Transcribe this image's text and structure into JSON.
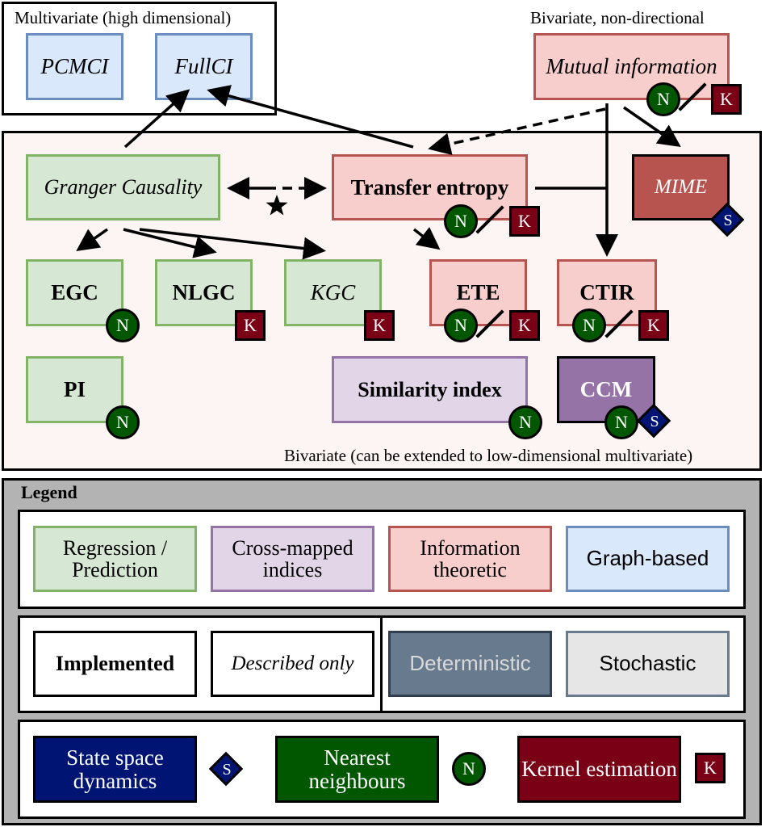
{
  "groups": {
    "multivariate_label": "Multivariate (high dimensional)",
    "bivariate_nd_label": "Bivariate, non-directional",
    "bivariate_label": "Bivariate (can be extended to low-dimensional multivariate)"
  },
  "nodes": {
    "pcmci": "PCMCI",
    "fullci": "FullCI",
    "mutual_information": "Mutual information",
    "granger": "Granger Causality",
    "transfer_entropy": "Transfer entropy",
    "mime": "MIME",
    "egc": "EGC",
    "nlgc": "NLGC",
    "kgc": "KGC",
    "ete": "ETE",
    "ctir": "CTIR",
    "pi": "PI",
    "similarity_index": "Similarity index",
    "ccm": "CCM"
  },
  "badges": {
    "n": "N",
    "k": "K",
    "s": "S"
  },
  "legend": {
    "title": "Legend",
    "categories": [
      "Regression / Prediction",
      "Cross-mapped indices",
      "Information theoretic",
      "Graph-based"
    ],
    "status": [
      "Implemented",
      "Described only"
    ],
    "nature": [
      "Deterministic",
      "Stochastic"
    ],
    "estimators": [
      "State space dynamics",
      "Nearest neighbours",
      "Kernel estimation"
    ]
  },
  "colors": {
    "regression_fill": "#d6e8d4",
    "regression_border": "#82b366",
    "crossmap_fill": "#e1d5e7",
    "crossmap_border": "#9673a6",
    "info_fill": "#f8cecc",
    "info_border": "#b85450",
    "graph_fill": "#dae8fc",
    "graph_border": "#6c8ebf",
    "deterministic": "#677a8e",
    "stochastic": "#e6e6e6",
    "state_space": "#001473",
    "nearest": "#005700",
    "kernel": "#7a0016"
  }
}
